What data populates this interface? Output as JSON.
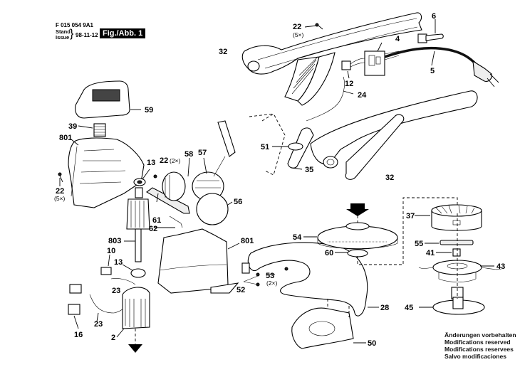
{
  "header": {
    "doc_number": "F 015 054 9A1",
    "stand_label": "Stand",
    "issue_label": "Issue",
    "brace": "}",
    "date": "98-11-12",
    "figure_label": "Fig./Abb. 1"
  },
  "notes": [
    "Änderungen vorbehalten",
    "Modifications reserved",
    "Modifications reservees",
    "Salvo modificaciones"
  ],
  "callouts": [
    {
      "id": "c22a",
      "text": "22",
      "qty": "(5×)"
    },
    {
      "id": "c6",
      "text": "6"
    },
    {
      "id": "c32a",
      "text": "32"
    },
    {
      "id": "c4",
      "text": "4"
    },
    {
      "id": "c5",
      "text": "5"
    },
    {
      "id": "c12",
      "text": "12"
    },
    {
      "id": "c24",
      "text": "24"
    },
    {
      "id": "c59",
      "text": "59"
    },
    {
      "id": "c39",
      "text": "39"
    },
    {
      "id": "c801a",
      "text": "801"
    },
    {
      "id": "c13a",
      "text": "13"
    },
    {
      "id": "c22b",
      "text": "22",
      "qty": "(2×)"
    },
    {
      "id": "c58",
      "text": "58"
    },
    {
      "id": "c57",
      "text": "57"
    },
    {
      "id": "c51",
      "text": "51"
    },
    {
      "id": "c35",
      "text": "35"
    },
    {
      "id": "c32b",
      "text": "32"
    },
    {
      "id": "c22c",
      "text": "22",
      "qty": "(5×)"
    },
    {
      "id": "c56",
      "text": "56"
    },
    {
      "id": "c61",
      "text": "61"
    },
    {
      "id": "c62",
      "text": "62"
    },
    {
      "id": "c37",
      "text": "37"
    },
    {
      "id": "c54",
      "text": "54"
    },
    {
      "id": "c801b",
      "text": "801"
    },
    {
      "id": "c803",
      "text": "803"
    },
    {
      "id": "c55",
      "text": "55"
    },
    {
      "id": "c60",
      "text": "60"
    },
    {
      "id": "c41",
      "text": "41"
    },
    {
      "id": "c10",
      "text": "10"
    },
    {
      "id": "c13b",
      "text": "13"
    },
    {
      "id": "c43",
      "text": "43"
    },
    {
      "id": "c53",
      "text": "53",
      "qty": "(2×)"
    },
    {
      "id": "c52",
      "text": "52"
    },
    {
      "id": "c23a",
      "text": "23"
    },
    {
      "id": "c28",
      "text": "28"
    },
    {
      "id": "c45",
      "text": "45"
    },
    {
      "id": "c23b",
      "text": "23"
    },
    {
      "id": "c16",
      "text": "16"
    },
    {
      "id": "c2",
      "text": "2"
    },
    {
      "id": "c50",
      "text": "50"
    }
  ]
}
